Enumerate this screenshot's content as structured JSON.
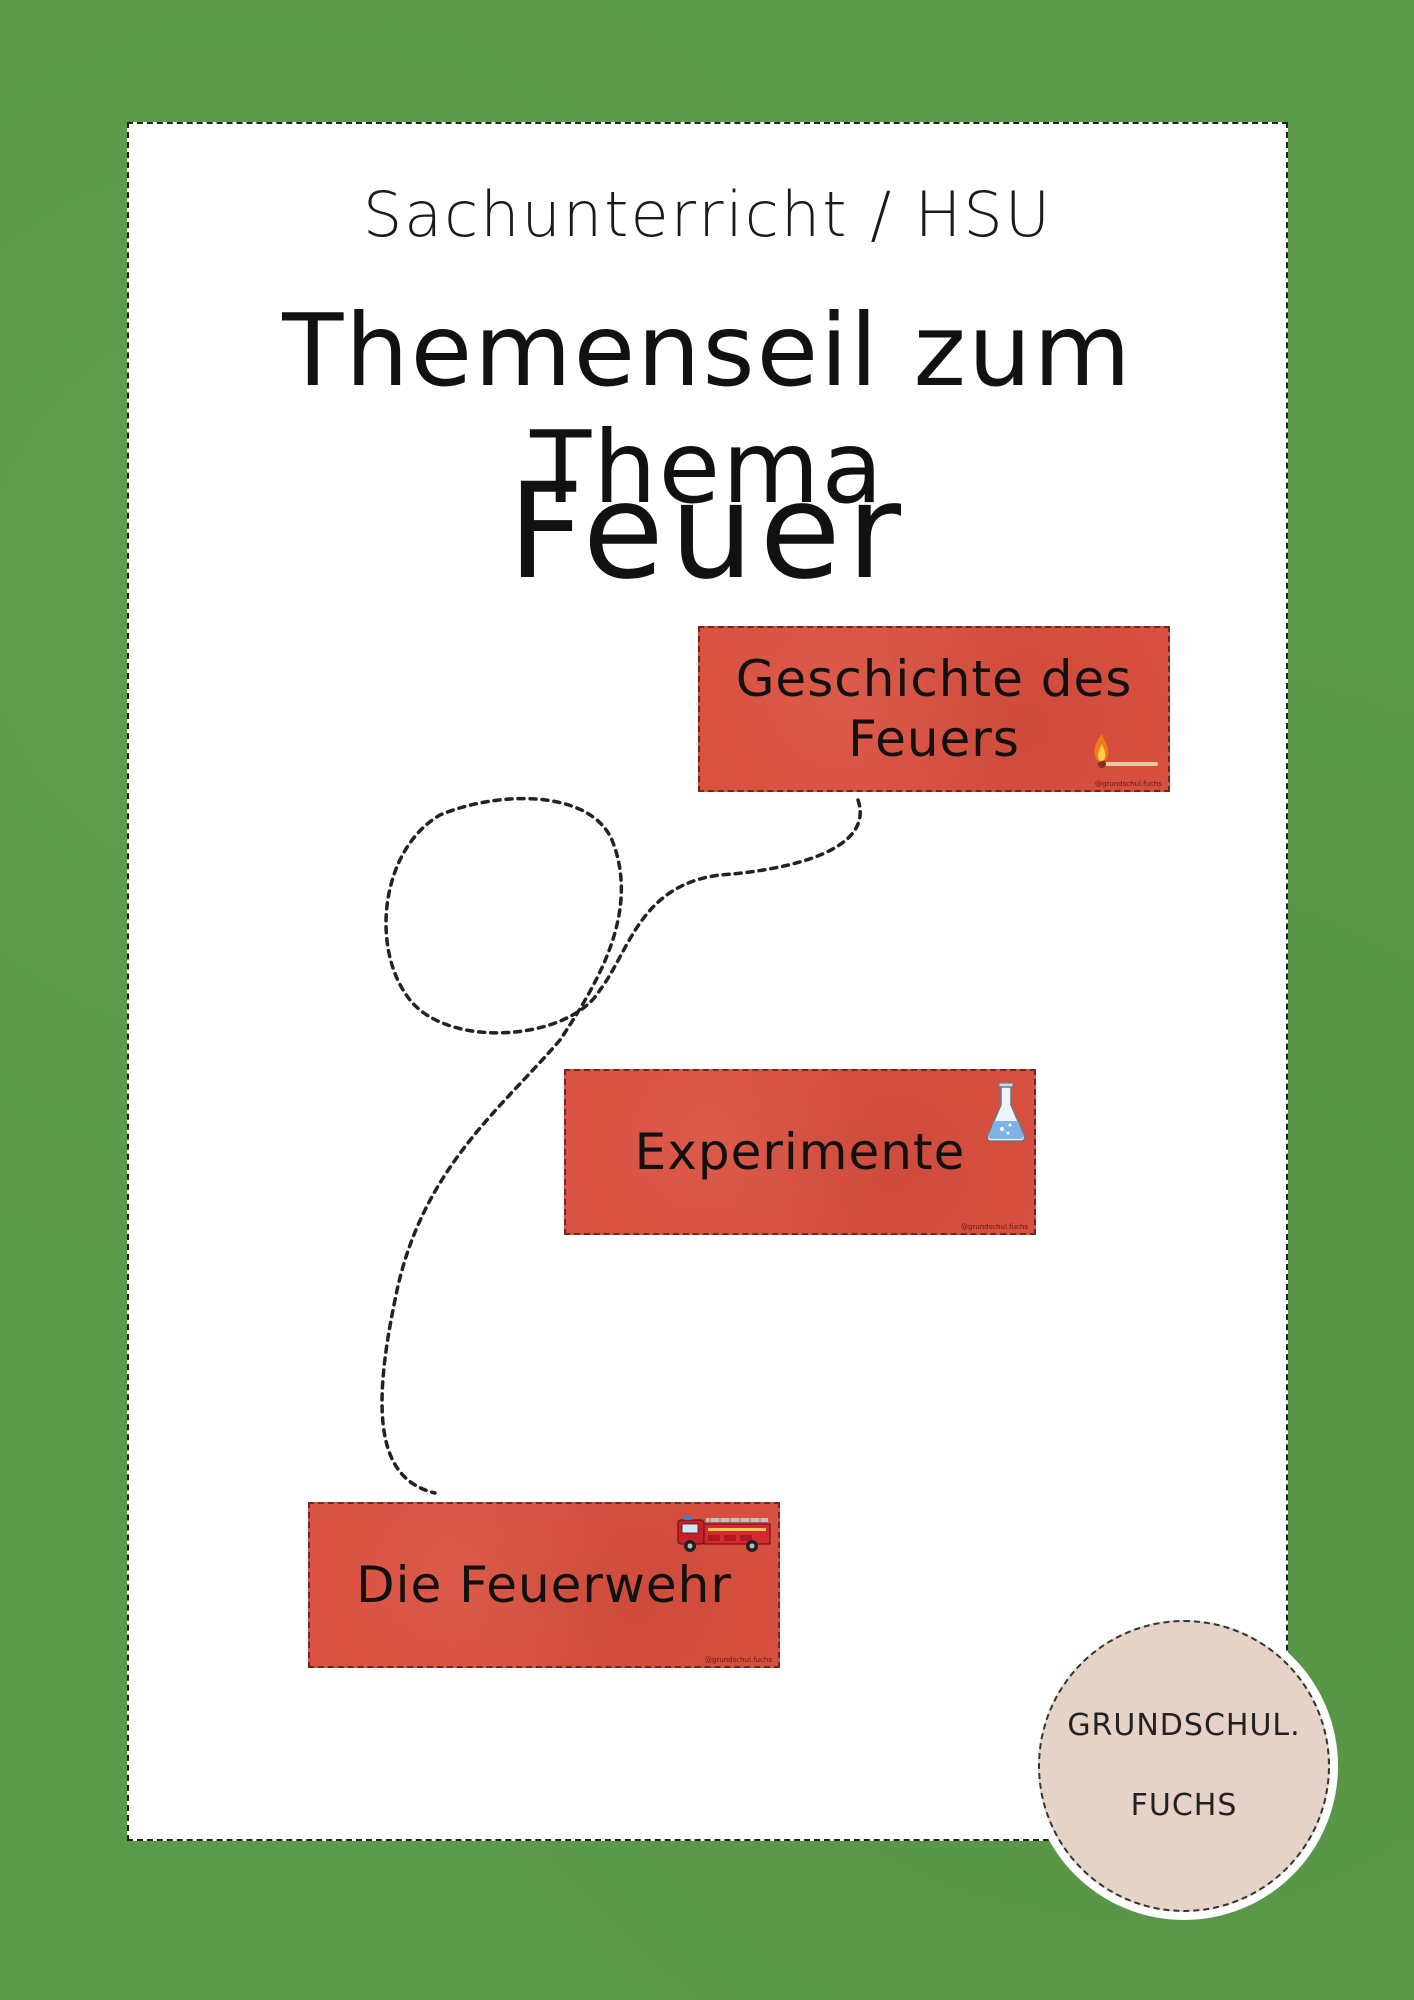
{
  "header": {
    "subtitle": "Sachunterricht / HSU",
    "title": "Themenseil zum Thema",
    "topic": "Feuer"
  },
  "cards": [
    {
      "label": "Geschichte des\nFeuers",
      "icon": "match-icon",
      "credit": "@grundschul.fuchs"
    },
    {
      "label": "Experimente",
      "icon": "flask-icon",
      "credit": "@grundschul.fuchs"
    },
    {
      "label": "Die Feuerwehr",
      "icon": "fire-truck-icon",
      "credit": "@grundschul.fuchs"
    }
  ],
  "badge": {
    "line1": "GRUNDSCHUL.",
    "line2": "FUCHS"
  },
  "colors": {
    "background": "#5b9a49",
    "card": "#d9503f",
    "badge": "#e6d3c7"
  }
}
